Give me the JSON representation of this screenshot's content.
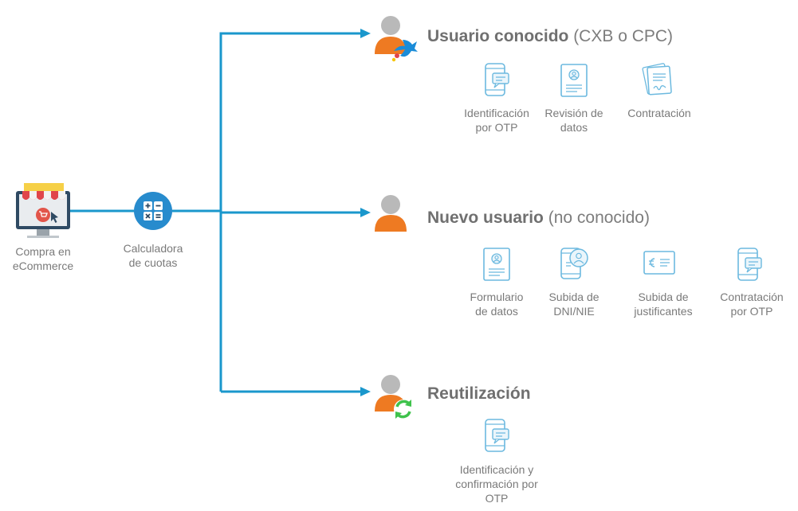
{
  "colors": {
    "connector": "#1a97cc",
    "person_body": "#ee7a22",
    "person_head": "#b9b9b9",
    "icon_line": "#6cb9df",
    "refresh_green": "#3fc24c"
  },
  "start": {
    "label": "Compra en\neCommerce",
    "icon": "ecommerce-shop-icon"
  },
  "calculator": {
    "label": "Calculadora\nde cuotas",
    "icon": "calculator-icon"
  },
  "branches": [
    {
      "title_bold": "Usuario conocido",
      "title_rest": " (CXB o CPC)",
      "steps": [
        {
          "label": "Identificación\npor OTP",
          "icon": "phone-otp-icon"
        },
        {
          "label": "Revisión de\ndatos",
          "icon": "document-review-icon"
        },
        {
          "label": "Contratación",
          "icon": "contract-icon"
        }
      ]
    },
    {
      "title_bold": "Nuevo usuario",
      "title_rest": " (no conocido)",
      "steps": [
        {
          "label": "Formulario\nde datos",
          "icon": "form-icon"
        },
        {
          "label": "Subida de\nDNI/NIE",
          "icon": "id-upload-icon"
        },
        {
          "label": "Subida de\njustificantes",
          "icon": "euro-document-icon"
        },
        {
          "label": "Contratación\npor OTP",
          "icon": "phone-otp-icon"
        }
      ]
    },
    {
      "title_bold": "Reutilización",
      "title_rest": "",
      "steps": [
        {
          "label": "Identificación y\nconfirmación por\nOTP",
          "icon": "phone-otp-icon"
        }
      ]
    }
  ]
}
